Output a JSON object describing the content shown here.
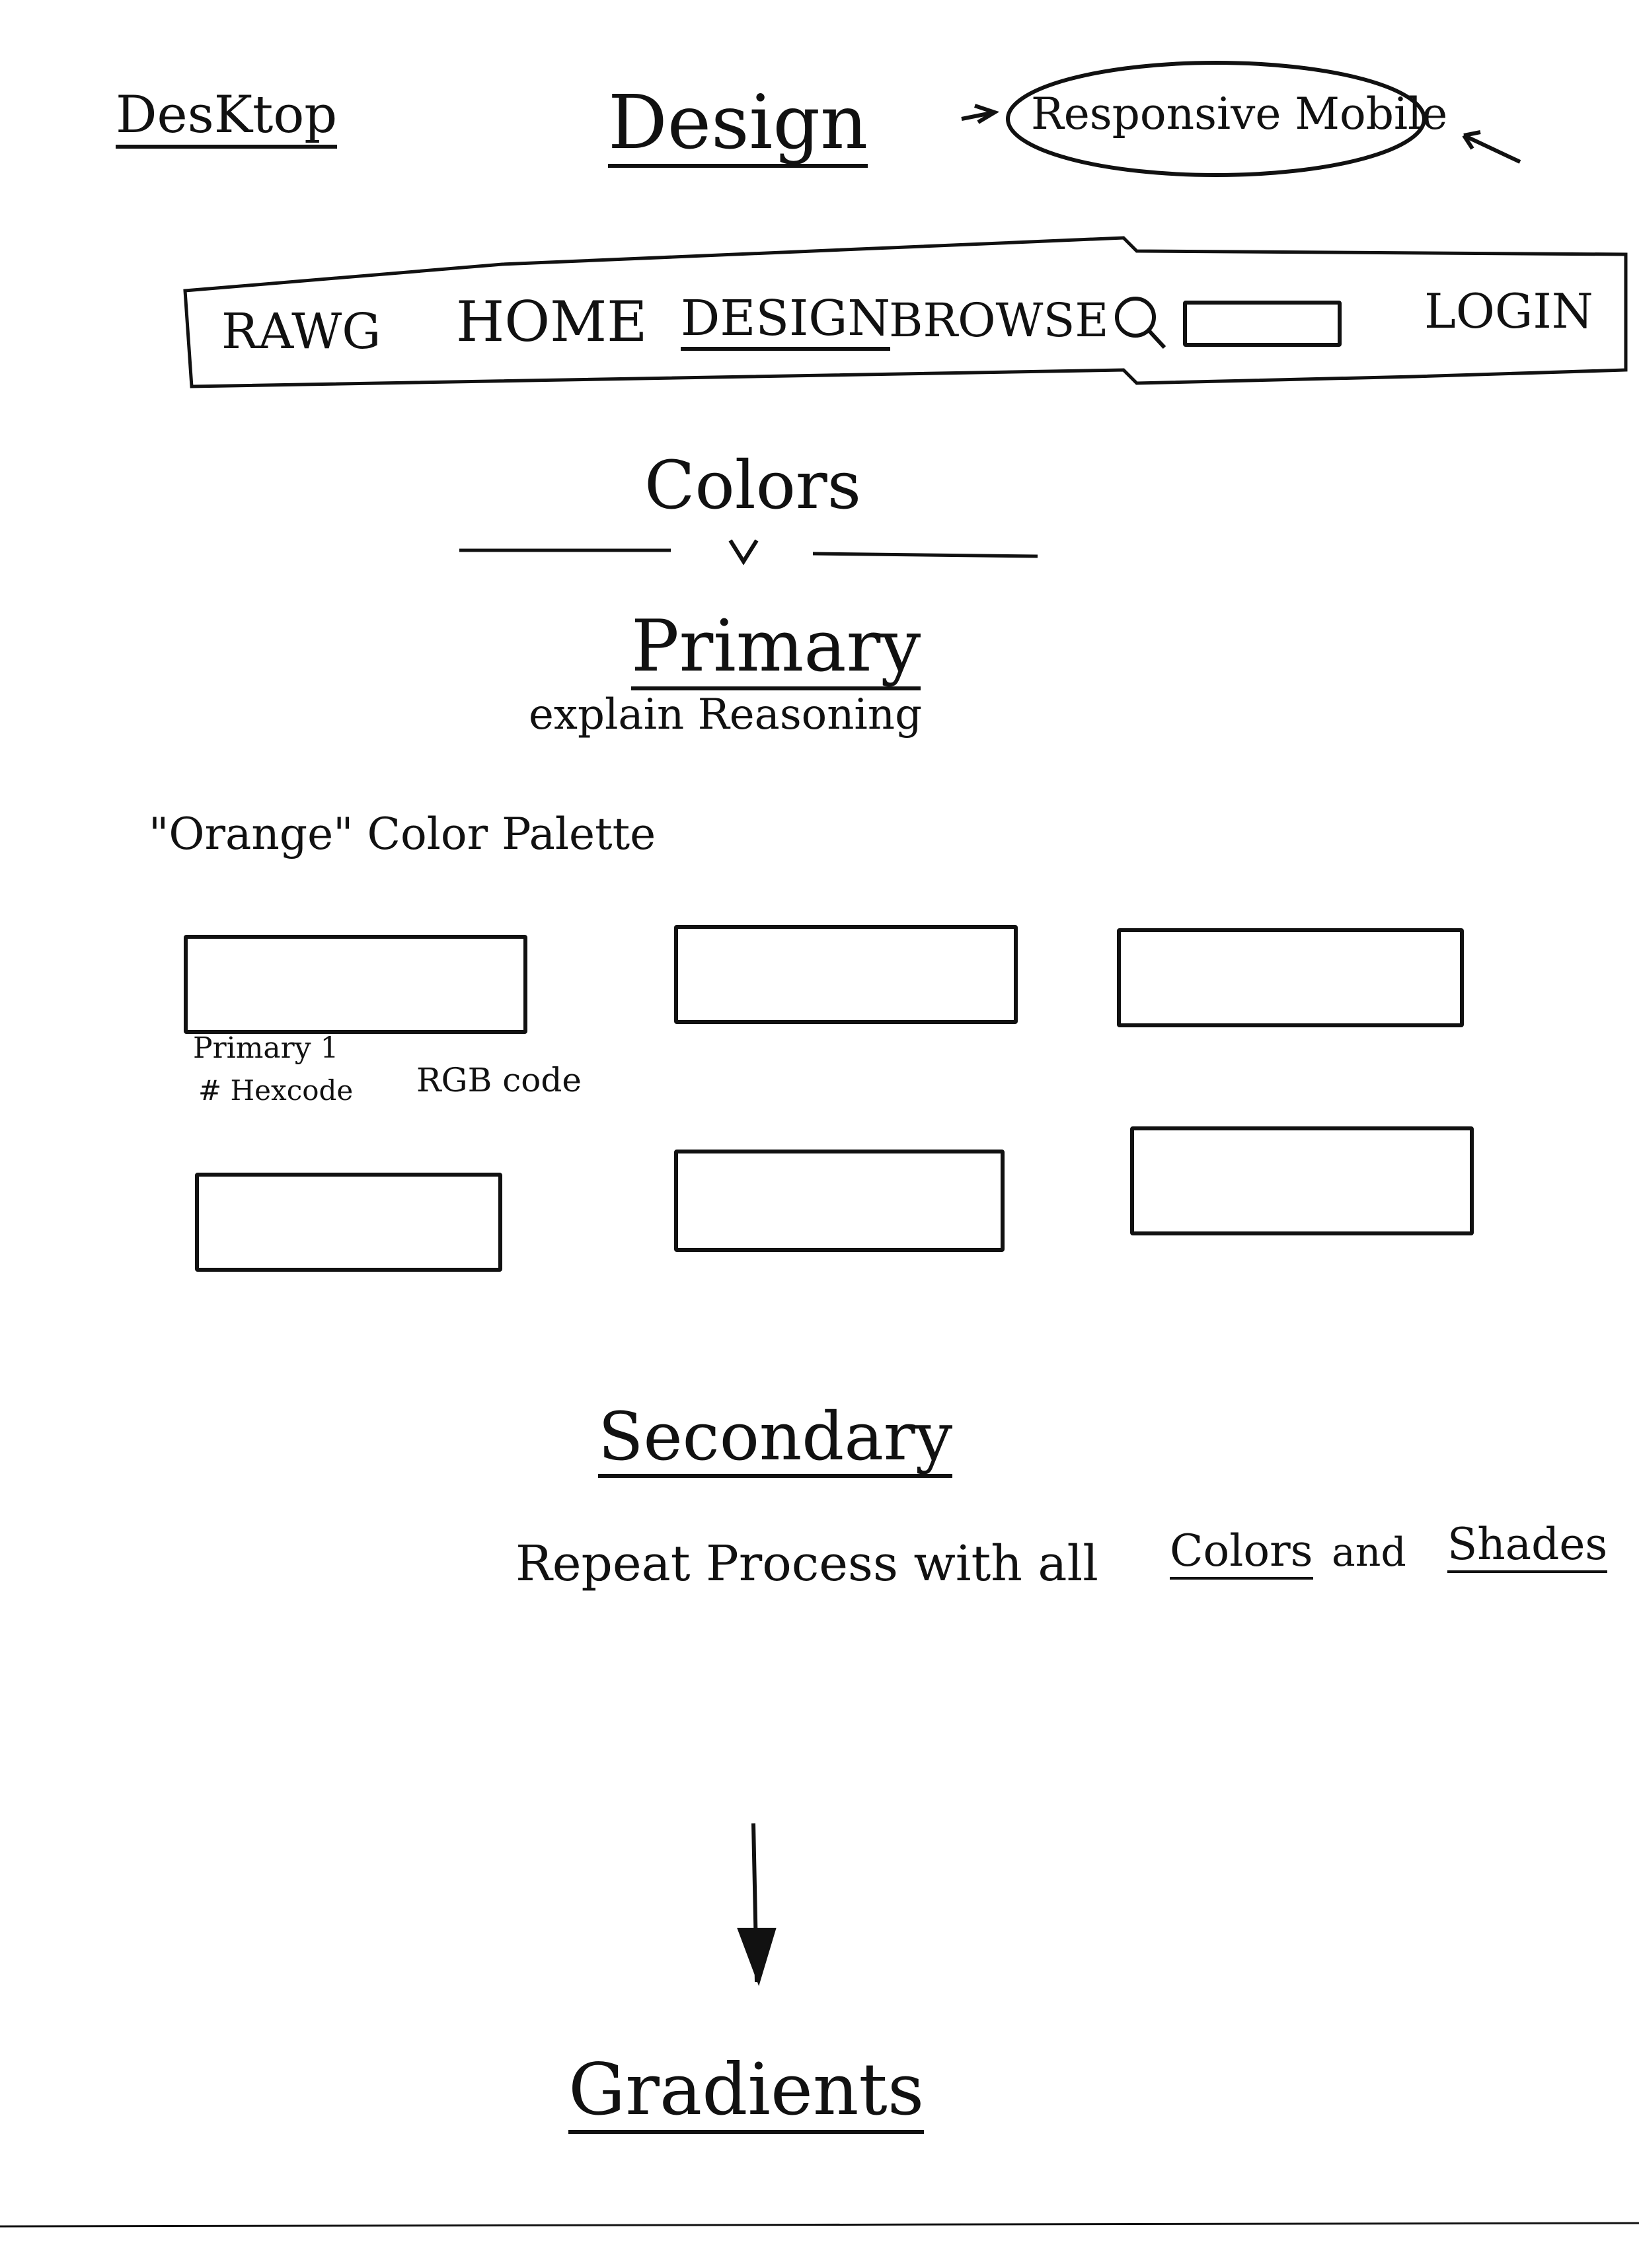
{
  "header": {
    "left_label": "DesKtop",
    "title": "Design",
    "right_label": "Responsive Mobile"
  },
  "nav": {
    "brand": "RAWG",
    "home": "HOME",
    "design": "DESIGN",
    "browse": "BROWSE",
    "search_icon": "search-icon",
    "login": "LOGIN"
  },
  "colors_section": {
    "title": "Colors",
    "chevron_icon": "chevron-down-icon"
  },
  "primary_section": {
    "title": "Primary",
    "subtitle": "explain Reasoning",
    "palette_label": "\"Orange\" Color Palette",
    "swatch_label": "Primary 1",
    "hex_label": "# Hexcode",
    "rgb_label": "RGB code"
  },
  "secondary_section": {
    "title": "Secondary",
    "note_start": "Repeat Process with all",
    "note_colors": "Colors",
    "note_and": "and",
    "note_shades": "Shades"
  },
  "gradients_section": {
    "title": "Gradients",
    "arrow_icon": "arrow-down-icon"
  },
  "colors": {
    "ink": "#111111",
    "paper": "#ffffff"
  }
}
